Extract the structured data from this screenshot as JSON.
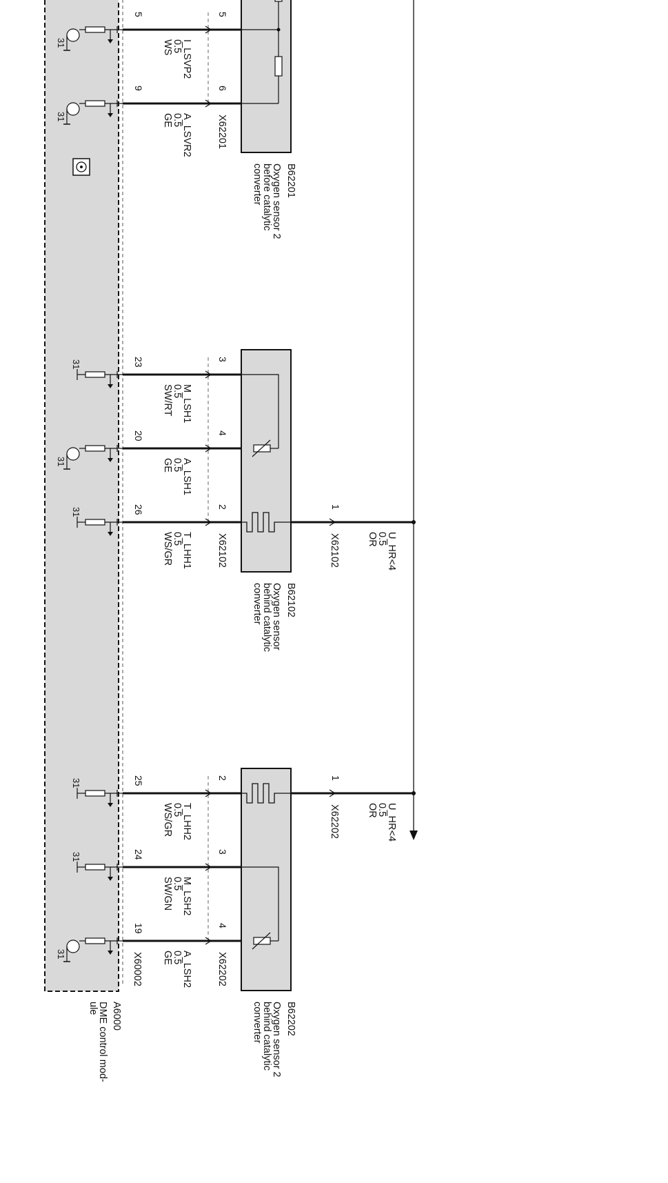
{
  "module": {
    "id": "A6000",
    "name_lines": [
      "DME control mod-",
      "ule"
    ],
    "connector": "X60002"
  },
  "ground_label": "31",
  "sensors": [
    {
      "key": "s2_before",
      "id": "B62201",
      "name_lines": [
        "Oxygen sensor 2",
        "before catalytic",
        "converter"
      ],
      "connector": "X62201",
      "wires": [
        {
          "module_pin": "5",
          "sensor_pin": "5",
          "signal": "I_LSVP2",
          "size": "0.5",
          "color": "WS",
          "transistor": true
        },
        {
          "module_pin": "9",
          "sensor_pin": "6",
          "signal": "A_LSVR2",
          "size": "0.5",
          "color": "GE",
          "transistor": true
        }
      ]
    },
    {
      "key": "s1_behind",
      "id": "B62102",
      "name_lines": [
        "Oxygen sensor",
        "behind catalytic",
        "converter"
      ],
      "connector": "X62102",
      "wires": [
        {
          "module_pin": "23",
          "sensor_pin": "3",
          "signal": "M_LSH1",
          "size": "0.5",
          "color": "SW/RT",
          "transistor": false
        },
        {
          "module_pin": "20",
          "sensor_pin": "4",
          "signal": "A_LSH1",
          "size": "0.5",
          "color": "GE",
          "transistor": true
        },
        {
          "module_pin": "26",
          "sensor_pin": "2",
          "signal": "T_LHH1",
          "size": "0.5",
          "color": "WS/GR",
          "transistor": false
        }
      ],
      "supply": {
        "pin": "1",
        "signal": "U_HR<4",
        "size": "0.5",
        "color": "OR",
        "connector": "X62102"
      }
    },
    {
      "key": "s2_behind",
      "id": "B62202",
      "name_lines": [
        "Oxygen sensor 2",
        "behind catalytic",
        "converter"
      ],
      "connector": "X62202",
      "wires": [
        {
          "module_pin": "25",
          "sensor_pin": "2",
          "signal": "T_LHH2",
          "size": "0.5",
          "color": "WS/GR",
          "transistor": false
        },
        {
          "module_pin": "24",
          "sensor_pin": "3",
          "signal": "M_LSH2",
          "size": "0.5",
          "color": "SW/GN",
          "transistor": false
        },
        {
          "module_pin": "19",
          "sensor_pin": "4",
          "signal": "A_LSH2",
          "size": "0.5",
          "color": "GE",
          "transistor": true
        }
      ],
      "supply": {
        "pin": "1",
        "signal": "U_HR<4",
        "size": "0.5",
        "color": "OR",
        "connector": "X62202"
      }
    }
  ],
  "colors": {
    "module_fill": "#d9d9d9",
    "component_fill": "#d9d9d9",
    "line": "#111111"
  }
}
